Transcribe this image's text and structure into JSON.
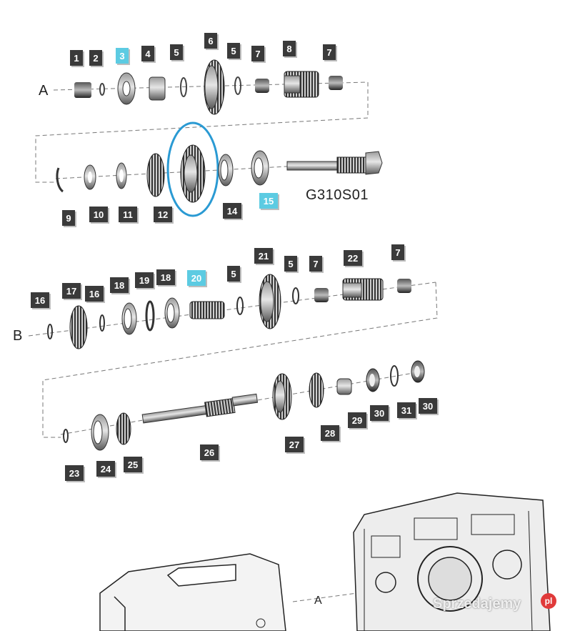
{
  "diagram": {
    "code": "G310S01",
    "highlight_color": "#5ccbe2",
    "ring_color": "#2a9ad3",
    "group_a": {
      "label": "A",
      "callouts": [
        "1",
        "2",
        "3",
        "4",
        "5",
        "6",
        "5",
        "7",
        "8",
        "7",
        "9",
        "10",
        "11",
        "12",
        "14",
        "15"
      ],
      "highlighted": [
        "3",
        "15"
      ]
    },
    "group_b": {
      "label": "B",
      "callouts": [
        "16",
        "17",
        "16",
        "18",
        "19",
        "18",
        "20",
        "5",
        "21",
        "5",
        "7",
        "22",
        "7",
        "23",
        "24",
        "25",
        "26",
        "27",
        "28",
        "29",
        "30",
        "31",
        "30"
      ],
      "highlighted": [
        "20"
      ]
    },
    "housing": {
      "label": "A"
    },
    "watermark": {
      "text": "Sprzedajemy",
      "badge": "pl"
    }
  }
}
